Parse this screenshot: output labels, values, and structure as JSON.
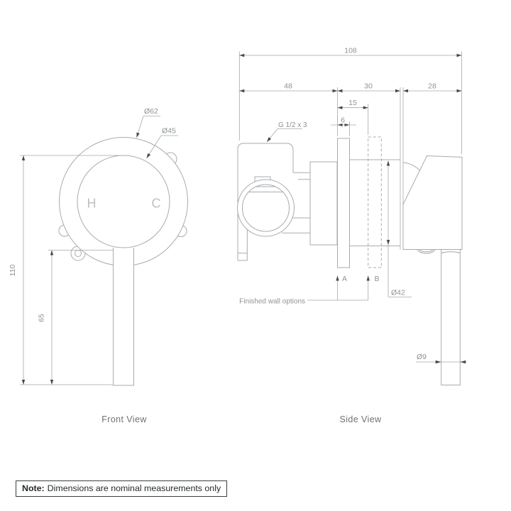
{
  "front_view": {
    "caption": "Front View",
    "labels": {
      "outer_dia": "Ø62",
      "inner_dia": "Ø45",
      "hot": "H",
      "cold": "C"
    },
    "dims": {
      "height": "110",
      "lever": "65"
    }
  },
  "side_view": {
    "caption": "Side View",
    "labels": {
      "thread": "G 1/2 x 3",
      "option_a": "A",
      "option_b": "B",
      "wall_note": "Finished wall options"
    },
    "dims": {
      "total": "108",
      "body": "48",
      "mid": "30",
      "handle": "28",
      "wall_options": "15",
      "plate": "6",
      "sleeve_dia": "Ø42",
      "lever_dia": "Ø9"
    }
  },
  "note": {
    "label": "Note:",
    "text": "Dimensions are nominal measurements only"
  },
  "colors": {
    "line": "#a7abae",
    "dimline": "#a3a8ac",
    "arrow": "#45494d",
    "dimtext": "#8e9296",
    "hctext": "#bcc0c3",
    "captiontext": "#6d7276",
    "noteborder": "#393d40",
    "notetext": "#25282b",
    "bg": "#ffffff"
  }
}
